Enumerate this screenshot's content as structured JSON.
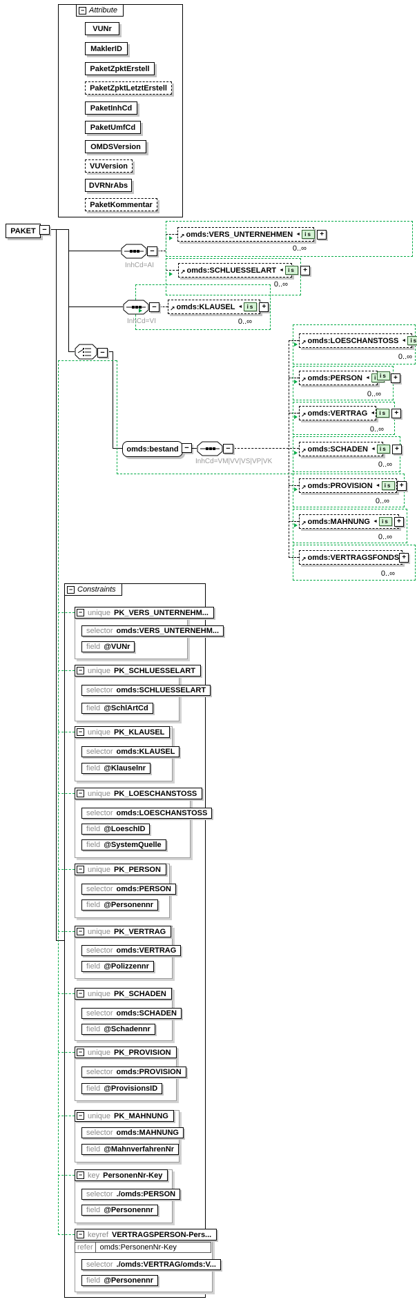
{
  "root_label": "PAKET",
  "attributes_panel": {
    "title": "Attribute",
    "items": [
      {
        "label": "VUNr",
        "optional": false
      },
      {
        "label": "MaklerID",
        "optional": false
      },
      {
        "label": "PaketZpktErstell",
        "optional": false
      },
      {
        "label": "PaketZpktLetztErstell",
        "optional": true
      },
      {
        "label": "PaketInhCd",
        "optional": false
      },
      {
        "label": "PaketUmfCd",
        "optional": false
      },
      {
        "label": "OMDSVersion",
        "optional": false
      },
      {
        "label": "VUVersion",
        "optional": true
      },
      {
        "label": "DVRNrAbs",
        "optional": false
      },
      {
        "label": "PaketKommentar",
        "optional": true
      }
    ]
  },
  "compositors": {
    "seq_ai_label": "InhCd=AI",
    "seq_vi_label": "InhCd=VI",
    "bestand_label": "omds:bestand",
    "seq_bestand_label": "InhCd=VM|VV|VS|VP|VK"
  },
  "elements": [
    {
      "label": "omds:VERS_UNTERNEHMEN",
      "occurrence": "0..∞"
    },
    {
      "label": "omds:SCHLUESSELART",
      "occurrence": "0..∞"
    },
    {
      "label": "omds:KLAUSEL",
      "occurrence": "0..∞"
    },
    {
      "label": "omds:LOESCHANSTOSS",
      "occurrence": "0..∞"
    },
    {
      "label": "omds:PERSON",
      "occurrence": "0..∞"
    },
    {
      "label": "omds:VERTRAG",
      "occurrence": "0..∞"
    },
    {
      "label": "omds:SCHADEN",
      "occurrence": "0..∞"
    },
    {
      "label": "omds:PROVISION",
      "occurrence": "0..∞"
    },
    {
      "label": "omds:MAHNUNG",
      "occurrence": "0..∞"
    },
    {
      "label": "omds:VERTRAGSFONDS",
      "occurrence": "0..∞"
    }
  ],
  "constraints_panel": {
    "title": "Constraints",
    "entries": [
      {
        "kind": "unique",
        "name": "PK_VERS_UNTERNEHM...",
        "rows": [
          {
            "keyword": "selector",
            "value": "omds:VERS_UNTERNEHM..."
          },
          {
            "keyword": "field",
            "value": "@VUNr"
          }
        ]
      },
      {
        "kind": "unique",
        "name": "PK_SCHLUESSELART",
        "rows": [
          {
            "keyword": "selector",
            "value": "omds:SCHLUESSELART"
          },
          {
            "keyword": "field",
            "value": "@SchlArtCd"
          }
        ]
      },
      {
        "kind": "unique",
        "name": "PK_KLAUSEL",
        "rows": [
          {
            "keyword": "selector",
            "value": "omds:KLAUSEL"
          },
          {
            "keyword": "field",
            "value": "@Klauselnr"
          }
        ]
      },
      {
        "kind": "unique",
        "name": "PK_LOESCHANSTOSS",
        "rows": [
          {
            "keyword": "selector",
            "value": "omds:LOESCHANSTOSS"
          },
          {
            "keyword": "field",
            "value": "@LoeschID"
          },
          {
            "keyword": "field",
            "value": "@SystemQuelle"
          }
        ]
      },
      {
        "kind": "unique",
        "name": "PK_PERSON",
        "rows": [
          {
            "keyword": "selector",
            "value": "omds:PERSON"
          },
          {
            "keyword": "field",
            "value": "@Personennr"
          }
        ]
      },
      {
        "kind": "unique",
        "name": "PK_VERTRAG",
        "rows": [
          {
            "keyword": "selector",
            "value": "omds:VERTRAG"
          },
          {
            "keyword": "field",
            "value": "@Polizzennr"
          }
        ]
      },
      {
        "kind": "unique",
        "name": "PK_SCHADEN",
        "rows": [
          {
            "keyword": "selector",
            "value": "omds:SCHADEN"
          },
          {
            "keyword": "field",
            "value": "@Schadennr"
          }
        ]
      },
      {
        "kind": "unique",
        "name": "PK_PROVISION",
        "rows": [
          {
            "keyword": "selector",
            "value": "omds:PROVISION"
          },
          {
            "keyword": "field",
            "value": "@ProvisionsID"
          }
        ]
      },
      {
        "kind": "unique",
        "name": "PK_MAHNUNG",
        "rows": [
          {
            "keyword": "selector",
            "value": "omds:MAHNUNG"
          },
          {
            "keyword": "field",
            "value": "@MahnverfahrenNr"
          }
        ]
      },
      {
        "kind": "key",
        "name": "PersonenNr-Key",
        "rows": [
          {
            "keyword": "selector",
            "value": "./omds:PERSON"
          },
          {
            "keyword": "field",
            "value": "@Personennr"
          }
        ]
      },
      {
        "kind": "keyref",
        "name": "VERTRAGSPERSON-Pers...",
        "refer": {
          "keyword": "refer",
          "value": "omds:PersonenNr-Key"
        },
        "rows": [
          {
            "keyword": "selector",
            "value": "./omds:VERTRAG/omds:V..."
          },
          {
            "keyword": "field",
            "value": "@Personennr"
          }
        ]
      }
    ]
  },
  "icons": {
    "minus": "−",
    "plus": "+",
    "is": "is",
    "ref_arrow": "↗",
    "left_arrow": "◄"
  }
}
